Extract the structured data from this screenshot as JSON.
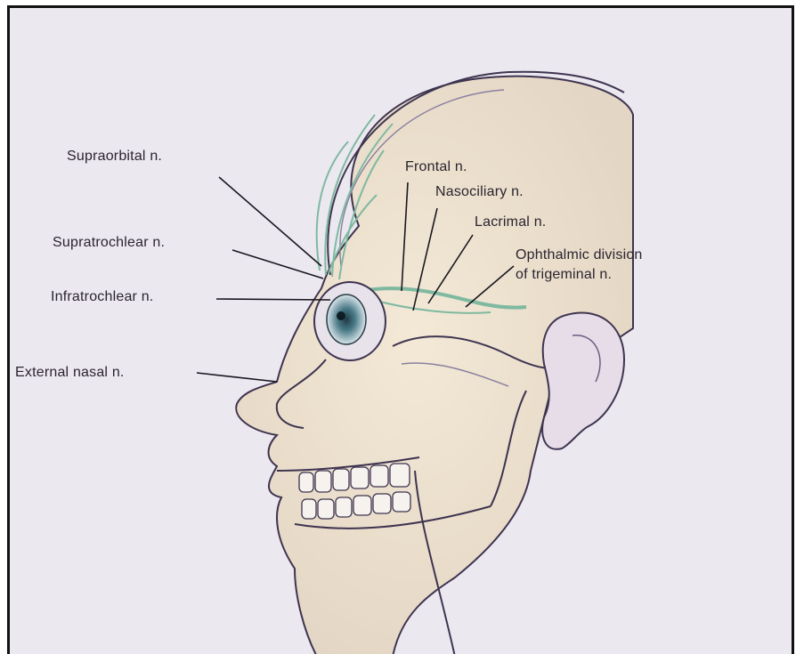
{
  "labels": {
    "supraorbital": "Supraorbital n.",
    "supratrochlear": "Supratrochlear n.",
    "infratrochlear": "Infratrochlear n.",
    "external_nasal": "External nasal n.",
    "frontal": "Frontal n.",
    "nasociliary": "Nasociliary n.",
    "lacrimal": "Lacrimal n.",
    "ophthalmic_line1": "Ophthalmic division",
    "ophthalmic_line2": "of trigeminal n."
  },
  "colors": {
    "background": "#ece8f0",
    "skin": "#f0e6d4",
    "nerve": "#7fb9a0",
    "outline": "#3e3450",
    "bone": "#e8e2ea",
    "eye": "#4a7a88"
  }
}
